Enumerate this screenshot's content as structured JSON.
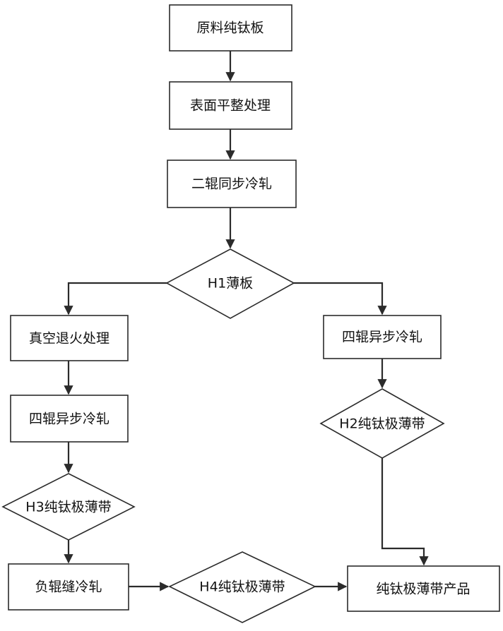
{
  "nodes": {
    "raw_plate": "原料纯钛板",
    "surface_leveling": "表面平整处理",
    "two_roll_sync_cold_rolling": "二辊同步冷轧",
    "h1_sheet": "H1薄板",
    "vacuum_annealing": "真空退火处理",
    "four_roll_async_left": "四辊异步冷轧",
    "four_roll_async_right": "四辊异步冷轧",
    "h2_strip": "H2纯钛极薄带",
    "h3_strip": "H3纯钛极薄带",
    "negative_gap_rolling": "负辊缝冷轧",
    "h4_strip": "H4纯钛极薄带",
    "final_product": "纯钛极薄带产品"
  },
  "colors": {
    "stroke": "#2b2b2b",
    "text": "#111111",
    "fill": "#ffffff"
  }
}
